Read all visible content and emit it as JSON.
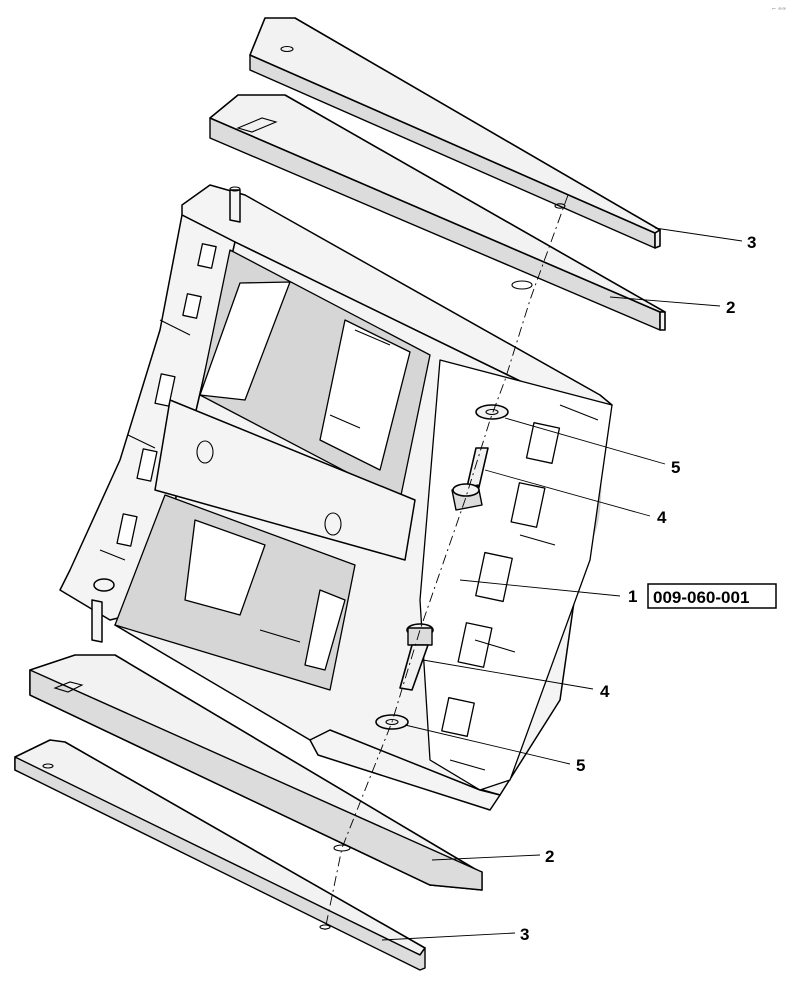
{
  "diagram": {
    "callouts": [
      {
        "id": "c3-top",
        "label": "3"
      },
      {
        "id": "c2-top",
        "label": "2"
      },
      {
        "id": "c5-top",
        "label": "5"
      },
      {
        "id": "c4-top",
        "label": "4"
      },
      {
        "id": "c1",
        "label": "1"
      },
      {
        "id": "c4-bottom",
        "label": "4"
      },
      {
        "id": "c5-bottom",
        "label": "5"
      },
      {
        "id": "c2-bottom",
        "label": "2"
      },
      {
        "id": "c3-bottom",
        "label": "3"
      }
    ],
    "part_number": "009-060-001",
    "corner_mark": "⌐ ∞∞"
  },
  "colors": {
    "line": "#000000",
    "fill": "#f2f2f2",
    "shadow": "#d6d6d6",
    "watermark": "#9a9a9a"
  }
}
